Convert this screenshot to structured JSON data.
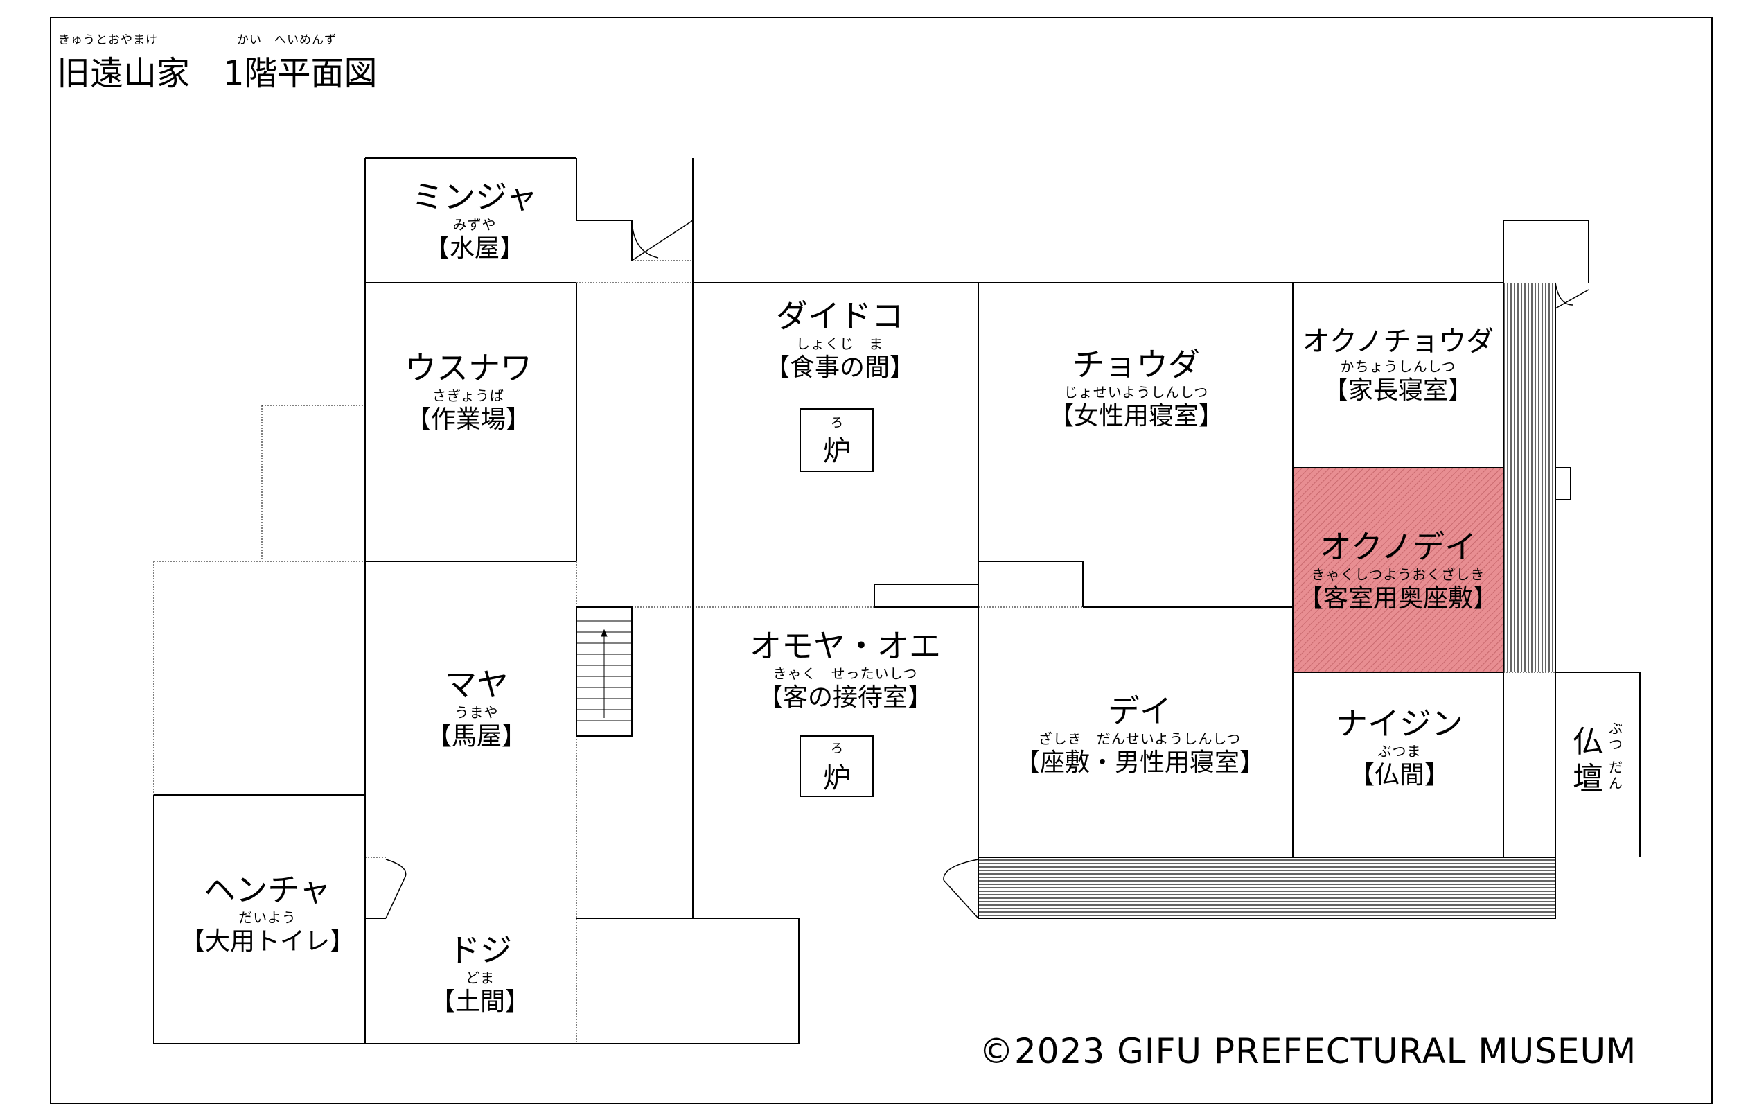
{
  "title": {
    "ruby_left": "きゅうとおやまけ",
    "ruby_right": "かい　へいめんず",
    "main": "旧遠山家　1階平面図"
  },
  "rooms": {
    "minja": {
      "name": "ミンジャ",
      "ruby": "みずや",
      "func": "【水屋】"
    },
    "usunawa": {
      "name": "ウスナワ",
      "ruby": "さぎょうば",
      "func": "【作業場】"
    },
    "daidoko": {
      "name": "ダイドコ",
      "ruby": "しょくじ　ま",
      "func": "【食事の間】"
    },
    "chouda": {
      "name": "チョウダ",
      "ruby": "じょせいようしんしつ",
      "func": "【女性用寝室】"
    },
    "okuno_chouda": {
      "name": "オクノチョウダ",
      "ruby": "かちょうしんしつ",
      "func": "【家長寝室】"
    },
    "okuno_dei": {
      "name": "オクノデイ",
      "ruby": "きゃくしつようおくざしき",
      "func": "【客室用奥座敷】"
    },
    "maya": {
      "name": "マヤ",
      "ruby": "うまや",
      "func": "【馬屋】"
    },
    "omoya": {
      "name": "オモヤ・オエ",
      "ruby": "きゃく　せったいしつ",
      "func": "【客の接待室】"
    },
    "dei": {
      "name": "デイ",
      "ruby": "ざしき　だんせいようしんしつ",
      "func": "【座敷・男性用寝室】"
    },
    "naijin": {
      "name": "ナイジン",
      "ruby": "ぶつま",
      "func": "【仏間】"
    },
    "hencha": {
      "name": "ヘンチャ",
      "ruby": "だいよう",
      "func": "【大用トイレ】"
    },
    "doji": {
      "name": "ドジ",
      "ruby": "どま",
      "func": "【土間】"
    }
  },
  "hearths": [
    {
      "ruby": "ろ",
      "char": "炉"
    },
    {
      "ruby": "ろ",
      "char": "炉"
    }
  ],
  "butsudan": {
    "line1": "仏",
    "line2": "壇",
    "ruby1": "ぶつ",
    "ruby2": "だん"
  },
  "highlight_color": "#e88e92",
  "copyright": "©2023  GIFU PREFECTURAL MUSEUM"
}
